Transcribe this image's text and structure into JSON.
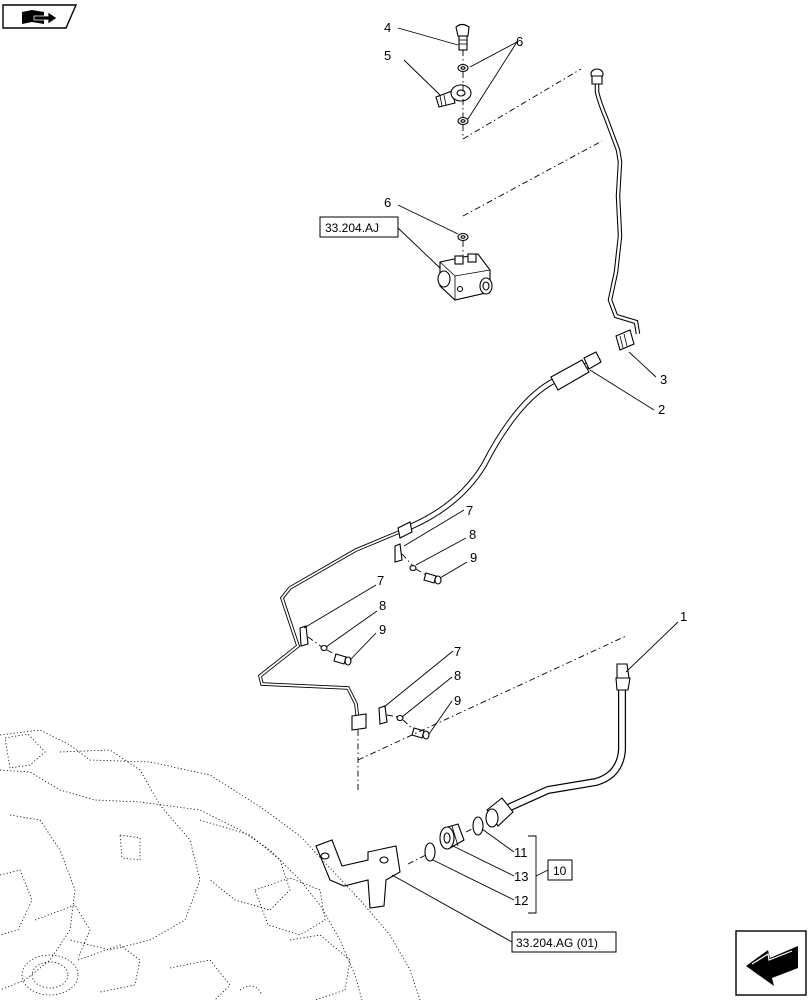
{
  "callouts": {
    "c4": "4",
    "c5": "5",
    "c6a": "6",
    "c6b": "6",
    "c3": "3",
    "c2": "2",
    "c7a": "7",
    "c8a": "8",
    "c9a": "9",
    "c7b": "7",
    "c8b": "8",
    "c9b": "9",
    "c7c": "7",
    "c8c": "8",
    "c9c": "9",
    "c1": "1",
    "c11": "11",
    "c13": "13",
    "c12": "12"
  },
  "references": {
    "valve_ref": "33.204.AJ",
    "axle_ref": "33.204.AG (01)",
    "kit_ref": "10"
  },
  "icons": {
    "top_left": "book-arrow-icon",
    "bottom_right": "next-page-arrow-icon"
  }
}
